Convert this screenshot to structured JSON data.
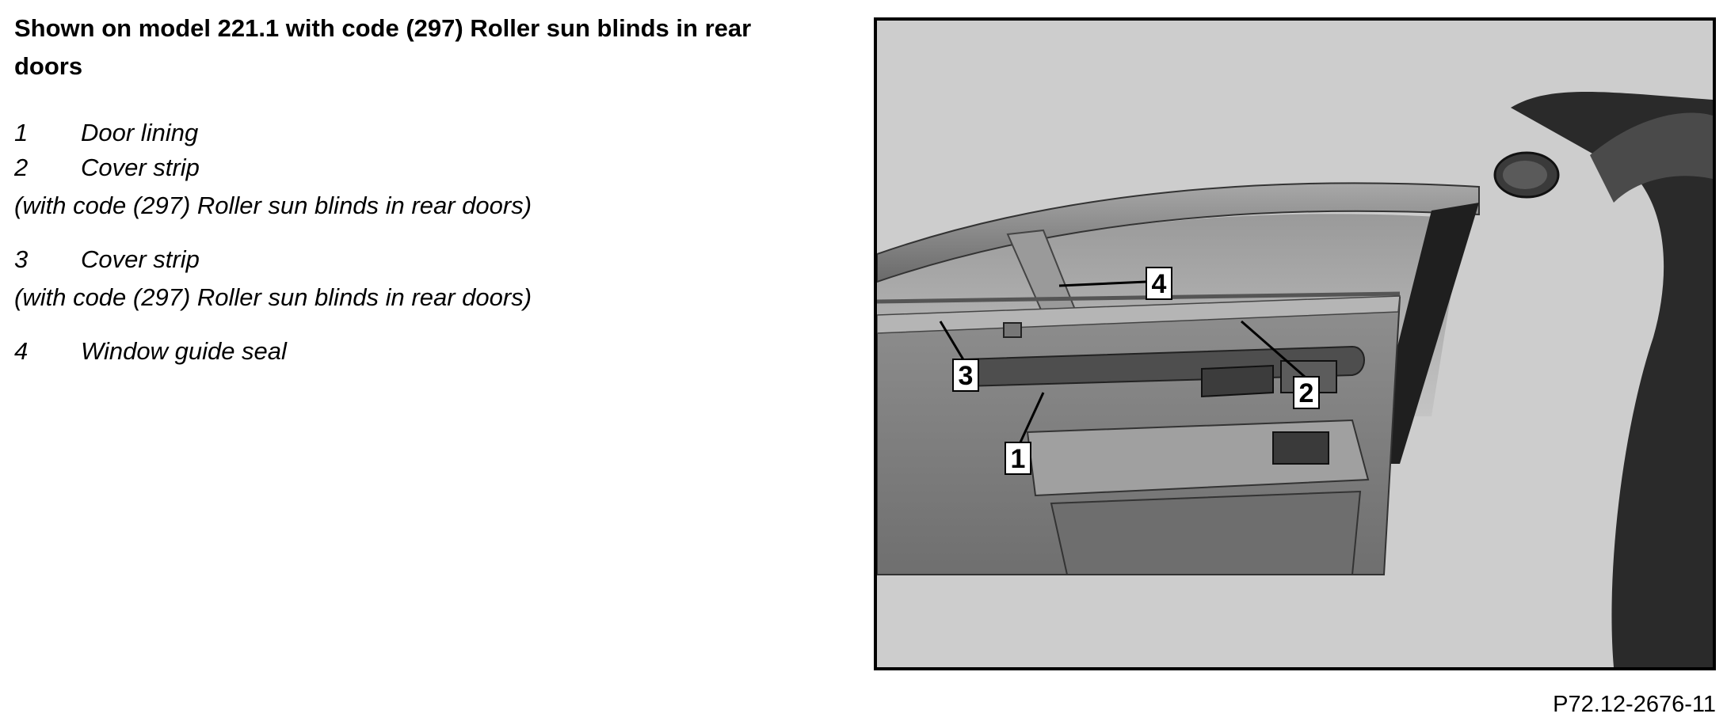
{
  "title": "Shown on model 221.1 with code (297) Roller sun blinds in rear doors",
  "legend": [
    {
      "number": "1",
      "label": "Door lining"
    },
    {
      "number": "2",
      "label": "Cover strip",
      "note": "(with code (297) Roller sun blinds in rear doors)"
    },
    {
      "number": "3",
      "label": "Cover strip",
      "note": "(with code (297) Roller sun blinds in rear doors)"
    },
    {
      "number": "4",
      "label": "Window guide seal"
    }
  ],
  "figure": {
    "callouts": [
      "1",
      "2",
      "3",
      "4"
    ],
    "code": "P72.12-2676-11"
  }
}
